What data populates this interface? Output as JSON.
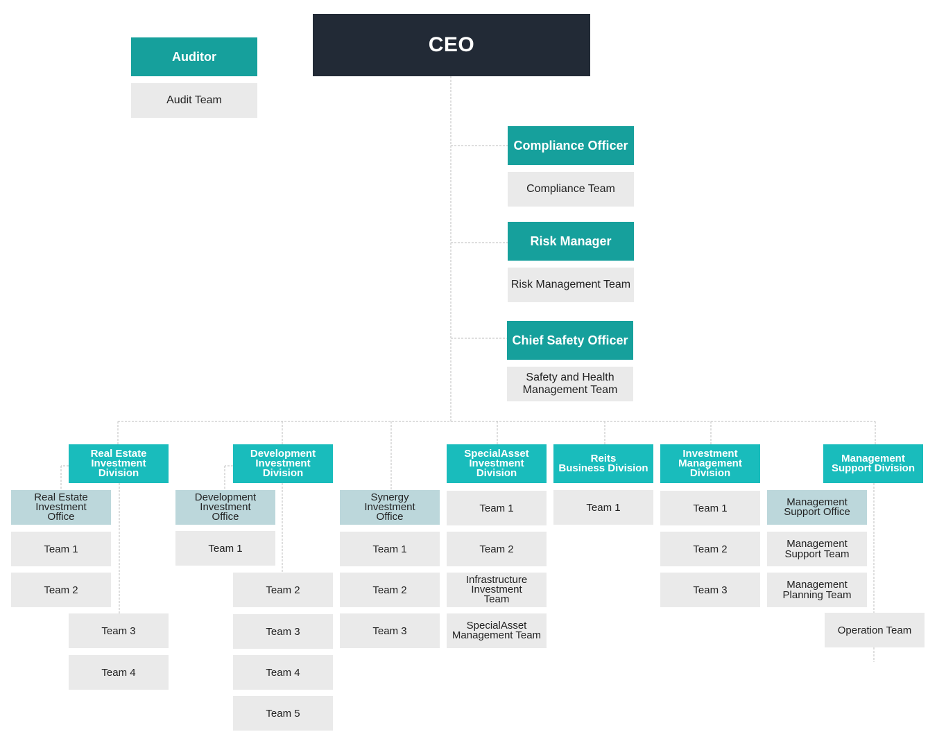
{
  "ceo": "CEO",
  "auditor": {
    "title": "Auditor",
    "team": "Audit Team"
  },
  "compliance": {
    "title": "Compliance Officer",
    "team": "Compliance Team"
  },
  "risk": {
    "title": "Risk Manager",
    "team": "Risk Management Team"
  },
  "safety": {
    "title": "Chief Safety Officer",
    "team": "Safety and Health\nManagement Team"
  },
  "divisions": {
    "real_estate": {
      "title": "Real Estate\nInvestment\nDivision",
      "office": "Real Estate\nInvestment\nOffice",
      "teams": [
        "Team 1",
        "Team 2",
        "Team 3",
        "Team 4"
      ]
    },
    "development": {
      "title": "Development\nInvestment\nDivision",
      "office": "Development\nInvestment\nOffice",
      "teams": [
        "Team 1",
        "Team 2",
        "Team 3",
        "Team 4",
        "Team 5"
      ]
    },
    "synergy": {
      "office": "Synergy\nInvestment\nOffice",
      "teams": [
        "Team 1",
        "Team 2",
        "Team 3"
      ]
    },
    "special_asset": {
      "title": "SpecialAsset\nInvestment\nDivision",
      "teams": [
        "Team 1",
        "Team 2",
        "Infrastructure\nInvestment\nTeam",
        "SpecialAsset\nManagement Team"
      ]
    },
    "reits": {
      "title": "Reits\nBusiness Division",
      "teams": [
        "Team 1"
      ]
    },
    "investment_mgmt": {
      "title": "Investment\nManagement\nDivision",
      "teams": [
        "Team 1",
        "Team 2",
        "Team 3"
      ]
    },
    "mgmt_support": {
      "title": "Management\nSupport Division",
      "office": "Management\nSupport Office",
      "teams": [
        "Management\nSupport Team",
        "Management\nPlanning Team",
        "Operation Team"
      ]
    }
  }
}
